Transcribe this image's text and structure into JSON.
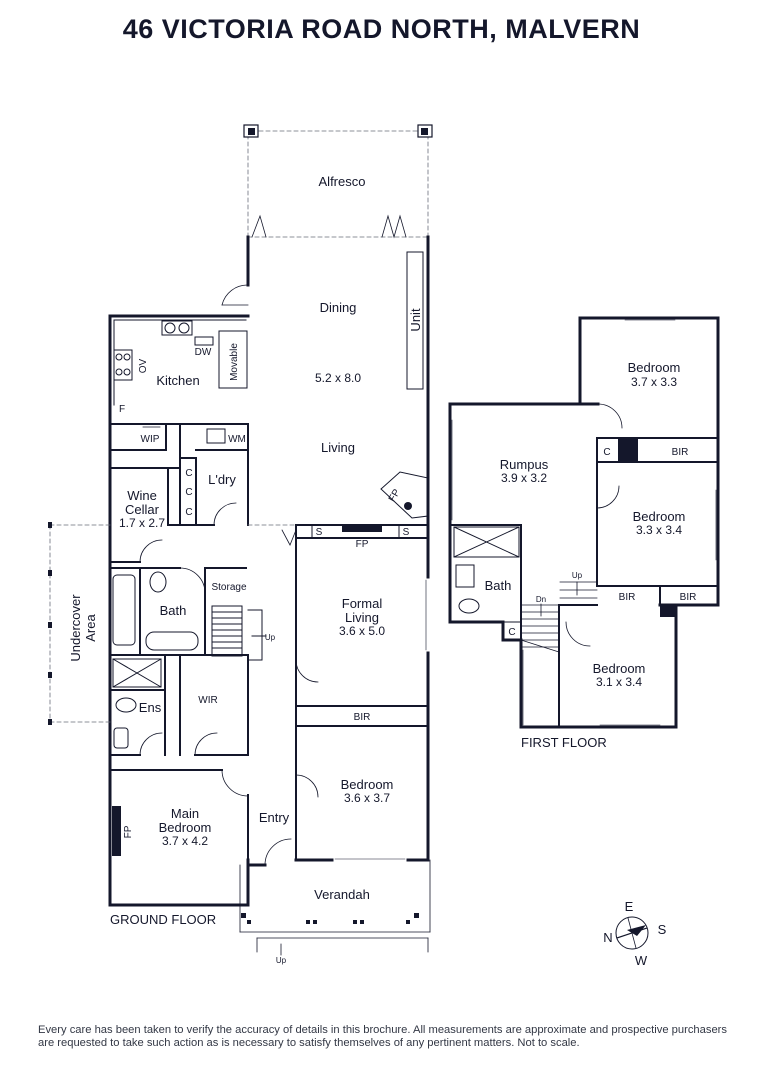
{
  "title": "46 VICTORIA ROAD NORTH, MALVERN",
  "disclaimer": "Every care has been taken to verify the accuracy of details in this brochure. All measurements are approximate and prospective purchasers are requested to take such action as is necessary to satisfy themselves of any pertinent matters. Not to scale.",
  "ground_floor": {
    "label": "GROUND FLOOR",
    "alfresco": "Alfresco",
    "dining": "Dining",
    "unit": "Unit",
    "kitchen": "Kitchen",
    "movable": "Movable",
    "dw": "DW",
    "ov": "OV",
    "dining_dim": "5.2 x 8.0",
    "f": "F",
    "wip": "WIP",
    "wm": "WM",
    "living": "Living",
    "c1": "C",
    "c2": "C",
    "c3": "C",
    "laundry": "L'dry",
    "wine_cellar": "Wine",
    "wine_cellar_2": "Cellar",
    "wine_dim": "1.7 x 2.7",
    "fp_living": "FP",
    "s1": "S",
    "s2": "S",
    "fp_formal": "FP",
    "undercover": "Undercover",
    "undercover_2": "Area",
    "bath": "Bath",
    "storage": "Storage",
    "up_stairs": "Up",
    "formal_living": "Formal",
    "formal_living_2": "Living",
    "formal_dim": "3.6 x 5.0",
    "ens": "Ens",
    "wir": "WIR",
    "bir": "BIR",
    "bedroom": "Bedroom",
    "bedroom_dim": "3.6 x 3.7",
    "entry": "Entry",
    "main_bedroom": "Main",
    "main_bedroom_2": "Bedroom",
    "main_dim": "3.7 x 4.2",
    "fp_main": "FP",
    "verandah": "Verandah",
    "up_front": "Up"
  },
  "first_floor": {
    "label": "FIRST FLOOR",
    "bedroom_a": "Bedroom",
    "bedroom_a_dim": "3.7 x 3.3",
    "c_a": "C",
    "bir_a": "BIR",
    "rumpus": "Rumpus",
    "rumpus_dim": "3.9 x 3.2",
    "bedroom_b": "Bedroom",
    "bedroom_b_dim": "3.3 x 3.4",
    "bath": "Bath",
    "up": "Up",
    "dn": "Dn",
    "bir_b": "BIR",
    "bir_c": "BIR",
    "c_b": "C",
    "bedroom_c": "Bedroom",
    "bedroom_c_dim": "3.1 x 3.4"
  },
  "compass": {
    "e": "E",
    "s": "S",
    "n": "N",
    "w": "W"
  }
}
